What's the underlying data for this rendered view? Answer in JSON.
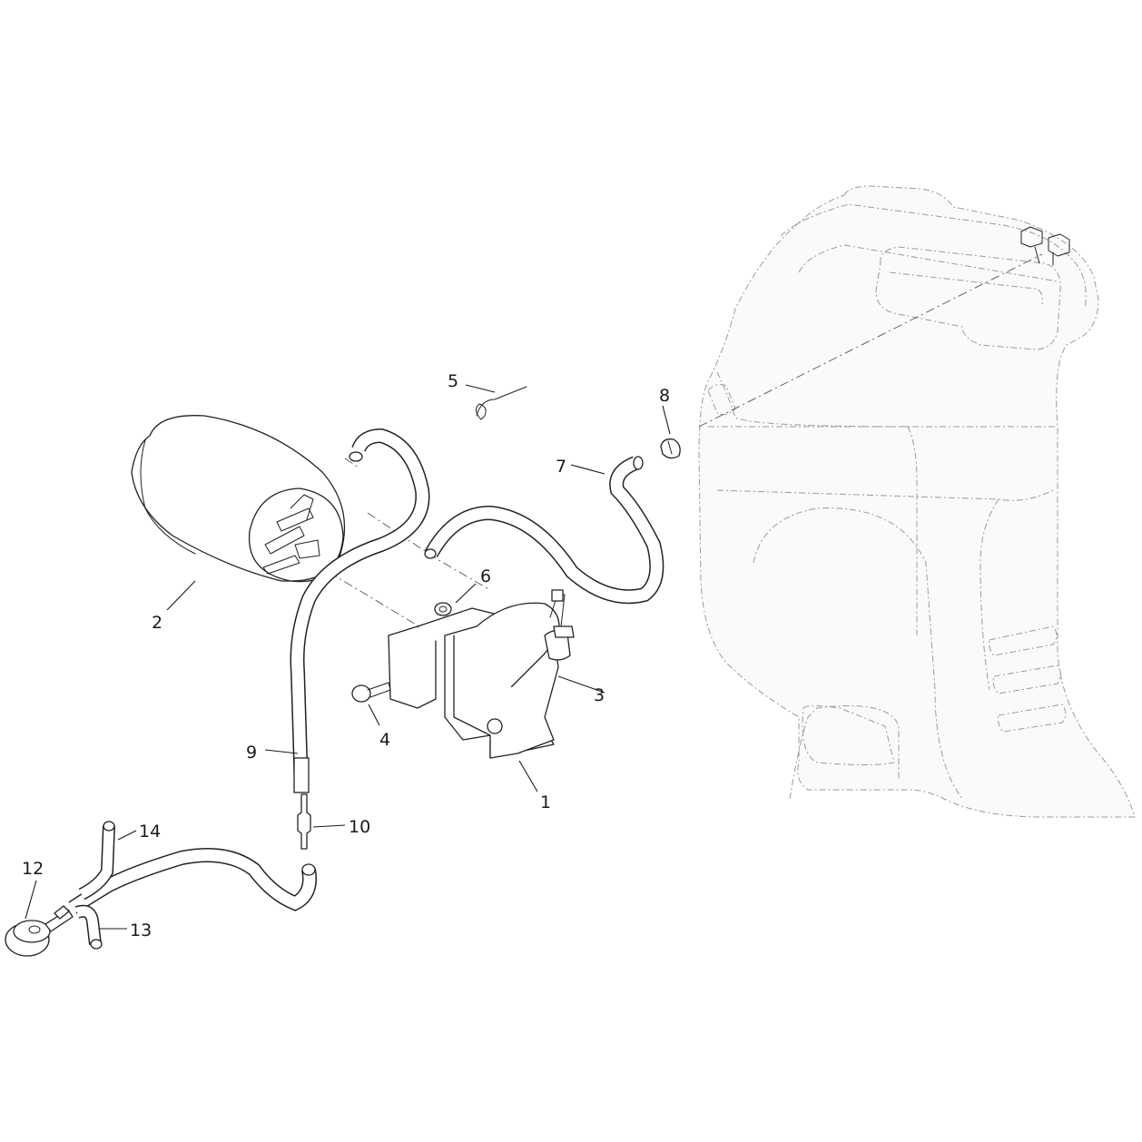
{
  "callouts": [
    {
      "id": "1",
      "label": "1"
    },
    {
      "id": "2",
      "label": "2"
    },
    {
      "id": "3",
      "label": "3"
    },
    {
      "id": "4",
      "label": "4"
    },
    {
      "id": "5",
      "label": "5"
    },
    {
      "id": "6",
      "label": "6"
    },
    {
      "id": "7",
      "label": "7"
    },
    {
      "id": "8",
      "label": "8"
    },
    {
      "id": "9",
      "label": "9"
    },
    {
      "id": "10",
      "label": "10"
    },
    {
      "id": "12",
      "label": "12"
    },
    {
      "id": "13",
      "label": "13"
    },
    {
      "id": "14",
      "label": "14"
    }
  ]
}
